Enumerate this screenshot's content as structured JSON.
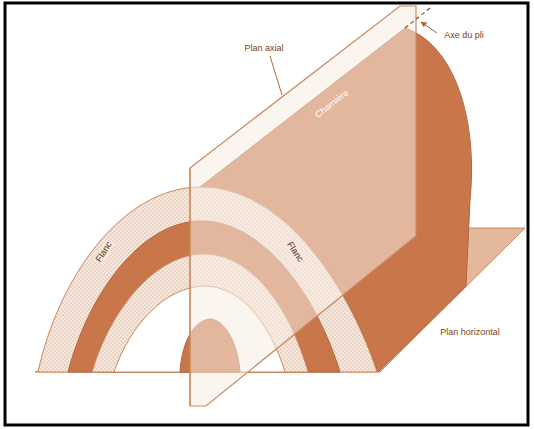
{
  "diagram": {
    "labels": [
      "Plan axial",
      "Axe du pli",
      "Charnière",
      "Flanc",
      "Flanc",
      "Plan horizontal"
    ]
  }
}
